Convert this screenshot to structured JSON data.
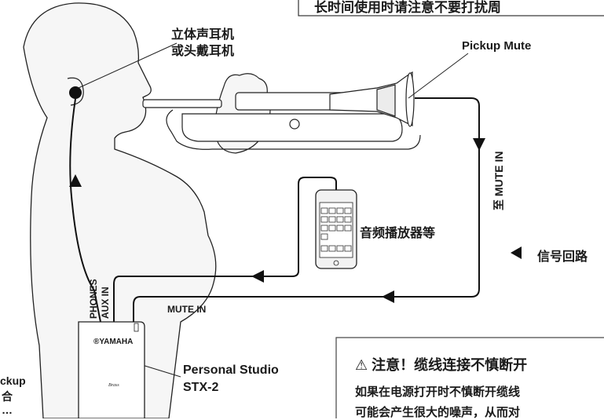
{
  "top_banner": {
    "text": "长时间使用时请注意不要打扰周"
  },
  "labels": {
    "headphones_line1": "立体声耳机",
    "headphones_line2": "或头戴耳机",
    "pickup_mute": "Pickup Mute",
    "to_mute_in": "至 MUTE IN",
    "audio_player": "音频播放器等",
    "signal_loop": "信号回路",
    "phones": "PHONES",
    "aux_in": "AUX IN",
    "mute_in": "MUTE IN",
    "personal_studio_line1": "Personal Studio",
    "personal_studio_line2": "STX-2",
    "device_brand": "®YAMAHA",
    "device_product_mark": "Brass",
    "left_edge_line1": "ckup",
    "left_edge_line2": "合",
    "left_edge_line3": "…"
  },
  "caution": {
    "title": "⚠ 注意！缆线连接不慎断开",
    "line1": "如果在电源打开时不慎断开缆线",
    "line2": "可能会产生很大的噪声，从而对"
  },
  "colors": {
    "line": "#1a1a1a",
    "panel_border": "#444444",
    "text": "#1a1a1a"
  }
}
